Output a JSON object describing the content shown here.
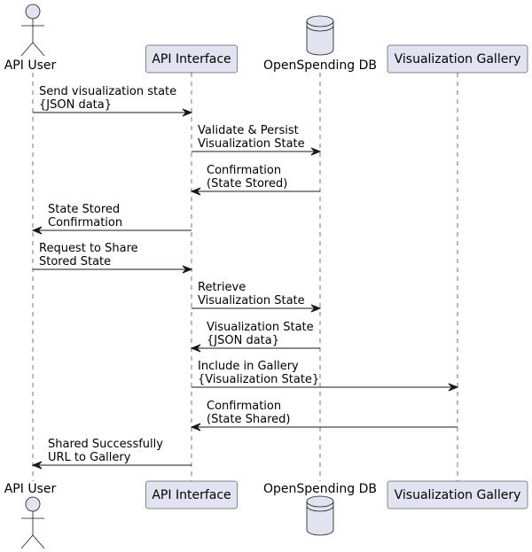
{
  "colors": {
    "participant_fill": "#e2e2f0",
    "participant_stroke": "#181818",
    "lifeline": "#181818",
    "arrow": "#181818",
    "text": "#000000"
  },
  "participants": [
    {
      "id": "api-user",
      "name": "API User",
      "shape": "actor"
    },
    {
      "id": "api-interface",
      "name": "API Interface",
      "shape": "box"
    },
    {
      "id": "opendb",
      "name": "OpenSpending DB",
      "shape": "database"
    },
    {
      "id": "gallery",
      "name": "Visualization Gallery",
      "shape": "box"
    }
  ],
  "messages": [
    {
      "from": "api-user",
      "to": "api-interface",
      "lines": [
        "Send visualization state",
        "{JSON data}"
      ]
    },
    {
      "from": "api-interface",
      "to": "opendb",
      "lines": [
        "Validate & Persist",
        "Visualization State"
      ]
    },
    {
      "from": "opendb",
      "to": "api-interface",
      "lines": [
        "Confirmation",
        "(State Stored)"
      ]
    },
    {
      "from": "api-interface",
      "to": "api-user",
      "lines": [
        "State Stored",
        "Confirmation"
      ]
    },
    {
      "from": "api-user",
      "to": "api-interface",
      "lines": [
        "Request to Share",
        "Stored State"
      ]
    },
    {
      "from": "api-interface",
      "to": "opendb",
      "lines": [
        "Retrieve",
        "Visualization State"
      ]
    },
    {
      "from": "opendb",
      "to": "api-interface",
      "lines": [
        "Visualization State",
        "{JSON data}"
      ]
    },
    {
      "from": "api-interface",
      "to": "gallery",
      "lines": [
        "Include in Gallery",
        "{Visualization State}"
      ]
    },
    {
      "from": "gallery",
      "to": "api-interface",
      "lines": [
        "Confirmation",
        "(State Shared)"
      ]
    },
    {
      "from": "api-interface",
      "to": "api-user",
      "lines": [
        "Shared Successfully",
        "URL to Gallery"
      ]
    }
  ]
}
